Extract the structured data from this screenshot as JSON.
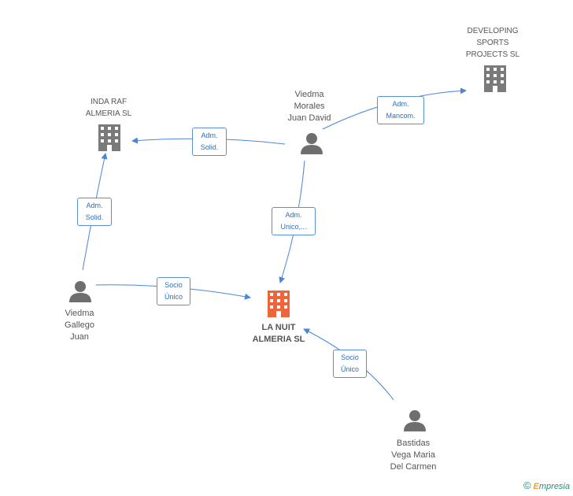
{
  "nodes": {
    "inda_raf": {
      "lines": [
        "INDA RAF",
        "ALMERIA SL"
      ]
    },
    "developing": {
      "lines": [
        "DEVELOPING",
        "SPORTS",
        "PROJECTS SL"
      ]
    },
    "la_nuit": {
      "lines": [
        "LA NUIT",
        "ALMERIA SL"
      ]
    },
    "viedma_morales": {
      "lines": [
        "Viedma",
        "Morales",
        "Juan David"
      ]
    },
    "viedma_gallego": {
      "lines": [
        "Viedma",
        "Gallego",
        "Juan"
      ]
    },
    "bastidas": {
      "lines": [
        "Bastidas",
        "Vega Maria",
        "Del Carmen"
      ]
    }
  },
  "edges": {
    "morales_to_developing": {
      "lines": [
        "Adm.",
        "Mancom."
      ]
    },
    "morales_to_inda": {
      "lines": [
        "Adm.",
        "Solid."
      ]
    },
    "gallego_to_inda": {
      "lines": [
        "Adm.",
        "Solid."
      ]
    },
    "morales_to_lanuit": {
      "lines": [
        "Adm.",
        "Unico,..."
      ]
    },
    "gallego_to_lanuit": {
      "lines": [
        "Socio",
        "Único"
      ]
    },
    "bastidas_to_lanuit": {
      "lines": [
        "Socio",
        "Único"
      ]
    }
  },
  "colors": {
    "edge": "#4a86d8",
    "company_icon": "#7a7a7a",
    "main_company_icon": "#f0643a",
    "person_icon": "#6e6e6e"
  },
  "footer": {
    "copyright": "©",
    "brand_first": "E",
    "brand_rest": "mpresia"
  }
}
